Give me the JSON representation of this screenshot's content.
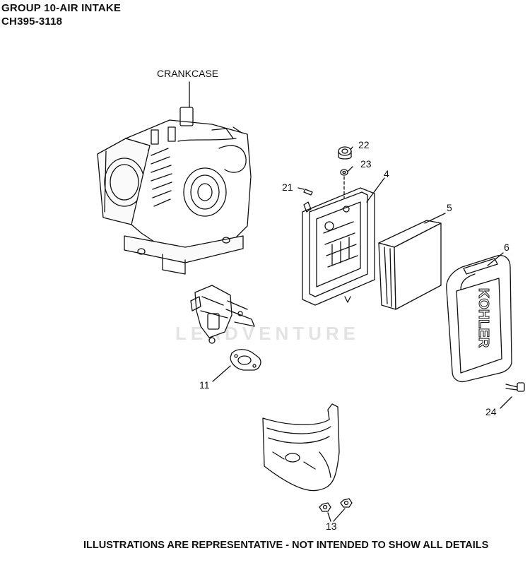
{
  "header": {
    "title": "GROUP 10-AIR INTAKE",
    "model": "CH395-3118"
  },
  "callouts": {
    "crankcase": "CRANKCASE",
    "p22": "22",
    "p23": "23",
    "p4": "4",
    "p21": "21",
    "p5": "5",
    "p6": "6",
    "p11": "11",
    "p24": "24",
    "p13": "13"
  },
  "brand_mark": "KOHLER",
  "watermark": "LEADVENTURE",
  "footer": "ILLUSTRATIONS ARE REPRESENTATIVE - NOT INTENDED TO SHOW ALL DETAILS"
}
